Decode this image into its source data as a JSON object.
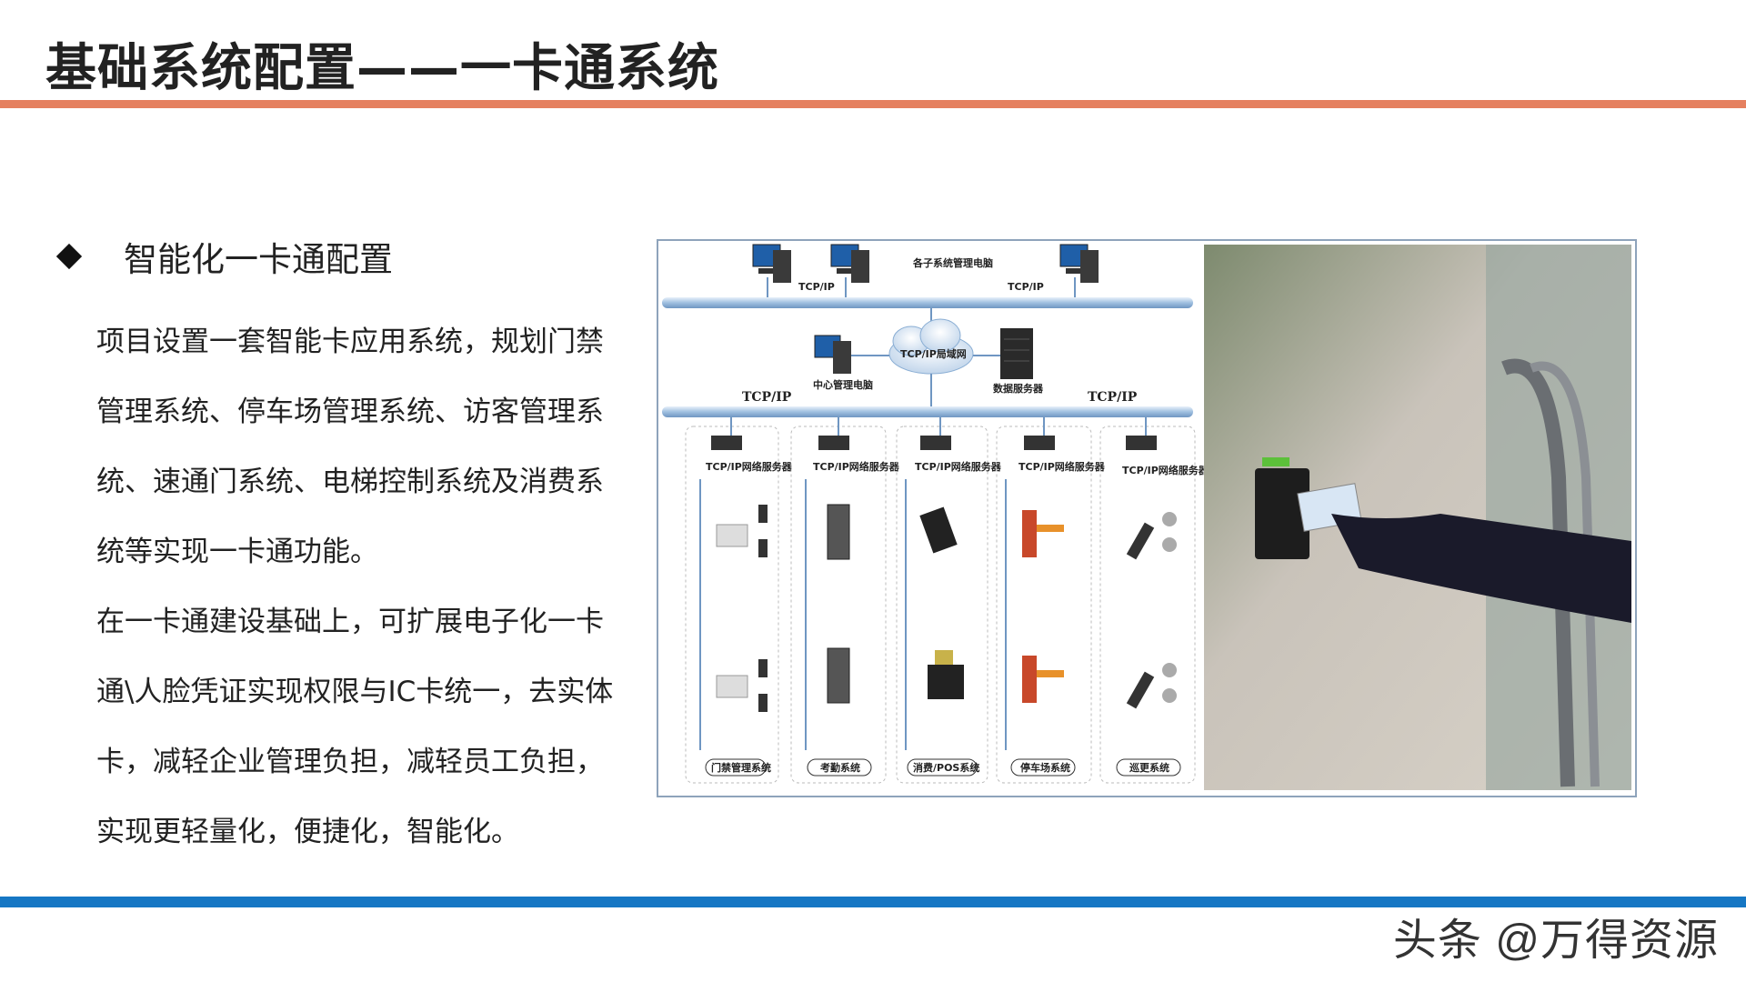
{
  "page": {
    "title": "基础系统配置——一卡通系统",
    "heading": "智能化一卡通配置",
    "paragraphs": [
      "项目设置一套智能卡应用系统，规划门禁管理系统、停车场管理系统、访客管理系统、速通门系统、电梯控制系统及消费系统等实现一卡通功能。",
      "在一卡通建设基础上，可扩展电子化一卡通\\人脸凭证实现权限与IC卡统一，去实体卡，减轻企业管理负担，减轻员工负担，实现更轻量化，便捷化，智能化。"
    ],
    "watermark": "头条 @万得资源"
  },
  "diagram": {
    "top_label": "各子系统管理电脑",
    "tcpip": "TCP/IP",
    "cloud_label": "TCP/IP局域网",
    "center_pc": "中心管理电脑",
    "data_server": "数据服务器",
    "net_server": "TCP/IP网络服务器",
    "subsystems": [
      "门禁管理系统",
      "考勤系统",
      "消费/POS系统",
      "停车场系统",
      "巡更系统"
    ]
  },
  "colors": {
    "accent_top": "#e5805f",
    "accent_bottom": "#1677c4",
    "bus": "#a9c6e4"
  }
}
